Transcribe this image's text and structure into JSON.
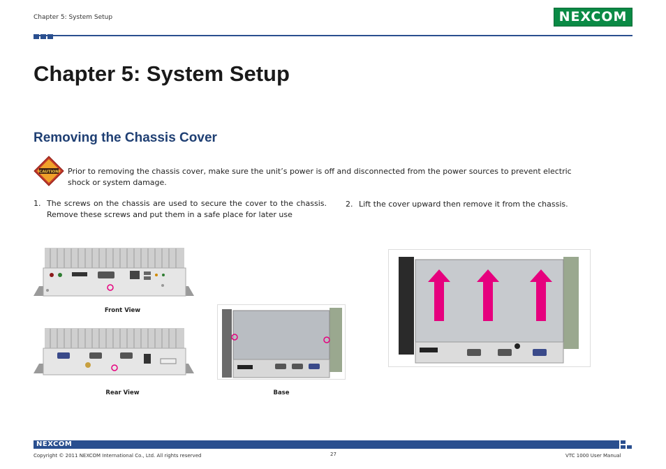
{
  "header": {
    "chapter_label": "Chapter 5: System Setup",
    "logo_text": "NEXCOM"
  },
  "main": {
    "chapter_title": "Chapter 5: System Setup",
    "section_title": "Removing the Chassis Cover",
    "caution": {
      "icon_label": "CAUTION",
      "text": "Prior to removing the chassis cover, make sure the unit’s power is off and disconnected from the power sources to prevent electric shock or system damage."
    },
    "steps": [
      {
        "number": "1.",
        "text": "The screws on the chassis are used to secure the cover to the chassis. Remove these screws and put them in a safe place for later use"
      },
      {
        "number": "2.",
        "text": "Lift the cover upward then remove it from the chassis."
      }
    ],
    "captions": {
      "front": "Front View",
      "rear": "Rear View",
      "base": "Base"
    }
  },
  "footer": {
    "logo_text": "NEXCOM",
    "copyright": "Copyright © 2011 NEXCOM International Co., Ltd. All rights reserved",
    "page_number": "27",
    "manual_name": "VTC 1000 User Manual"
  },
  "colors": {
    "brand_blue": "#2a4f8f",
    "logo_green": "#0a8a45",
    "section_blue": "#1f3f73",
    "arrow_magenta": "#e6007e"
  }
}
